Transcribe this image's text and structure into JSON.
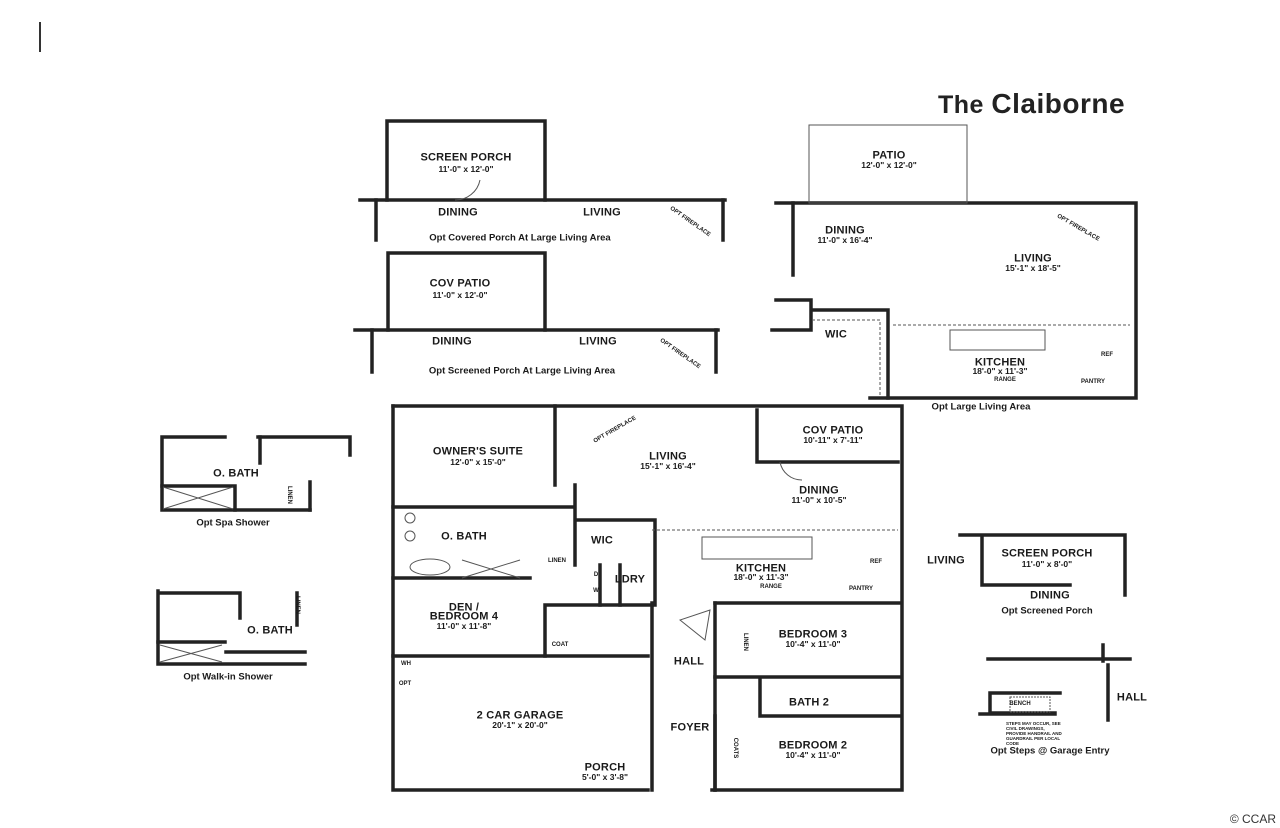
{
  "title": {
    "prefix": "The",
    "name": "Claiborne"
  },
  "copyright": "© CCAR",
  "opt_covered_porch": {
    "room": "SCREEN PORCH",
    "dims": "11'-0\" x 12'-0\"",
    "dining": "DINING",
    "living": "LIVING",
    "fireplace": "OPT FIREPLACE",
    "caption": "Opt Covered Porch At Large Living Area"
  },
  "opt_screened_porch_large": {
    "room": "COV PATIO",
    "dims": "11'-0\" x 12'-0\"",
    "dining": "DINING",
    "living": "LIVING",
    "fireplace": "OPT FIREPLACE",
    "caption": "Opt Screened Porch At Large Living Area"
  },
  "opt_large_living": {
    "patio": "PATIO",
    "patio_dims": "12'-0\" x 12'-0\"",
    "dining": "DINING",
    "dining_dims": "11'-0\" x 16'-4\"",
    "living": "LIVING",
    "living_dims": "15'-1\" x 18'-5\"",
    "fireplace": "OPT FIREPLACE",
    "wic": "WIC",
    "kitchen": "KITCHEN",
    "kitchen_dims": "18'-0\" x 11'-3\"",
    "ref": "REF",
    "pantry": "PANTRY",
    "range": "RANGE",
    "caption": "Opt Large Living Area"
  },
  "main_plan": {
    "owners_suite": "OWNER'S SUITE",
    "owners_suite_dims": "12'-0\" x 15'-0\"",
    "living": "LIVING",
    "living_dims": "15'-1\" x 16'-4\"",
    "fireplace": "OPT FIREPLACE",
    "cov_patio": "COV PATIO",
    "cov_patio_dims": "10'-11\" x 7'-11\"",
    "dining": "DINING",
    "dining_dims": "11'-0\" x 10'-5\"",
    "o_bath": "O. BATH",
    "wic": "WIC",
    "linen": "LINEN",
    "ldry": "LDRY",
    "dryer": "D",
    "washer": "W",
    "kitchen": "KITCHEN",
    "kitchen_dims": "18'-0\" x 11'-3\"",
    "ref": "REF",
    "pantry": "PANTRY",
    "range": "RANGE",
    "den_line1": "DEN /",
    "den_line2": "BEDROOM 4",
    "den_dims": "11'-0\" x 11'-8\"",
    "coat": "COAT",
    "bedroom3": "BEDROOM 3",
    "bedroom3_dims": "10'-4\" x 11'-0\"",
    "linen2": "LINEN",
    "hall": "HALL",
    "wh": "WH",
    "opt": "OPT",
    "bath2": "BATH 2",
    "garage": "2 CAR GARAGE",
    "garage_dims": "20'-1\" x 20'-0\"",
    "foyer": "FOYER",
    "coats": "COATS",
    "bedroom2": "BEDROOM 2",
    "bedroom2_dims": "10'-4\" x 11'-0\"",
    "porch": "PORCH",
    "porch_dims": "5'-0\" x 3'-8\""
  },
  "opt_spa_shower": {
    "room": "O. BATH",
    "linen": "LINEN",
    "caption": "Opt Spa Shower"
  },
  "opt_walkin_shower": {
    "room": "O. BATH",
    "linen": "LINEN",
    "caption": "Opt Walk-in Shower"
  },
  "opt_screened_porch": {
    "living": "LIVING",
    "room": "SCREEN PORCH",
    "dims": "11'-0\" x 8'-0\"",
    "dining": "DINING",
    "caption": "Opt Screened Porch"
  },
  "opt_steps": {
    "bench": "BENCH",
    "hall": "HALL",
    "note": "STEPS MAY OCCUR, SEE CIVIL DRAWINGS, PROVIDE HANDRAIL AND GUARDRAIL PER LOCAL CODE",
    "caption": "Opt Steps @ Garage Entry"
  }
}
